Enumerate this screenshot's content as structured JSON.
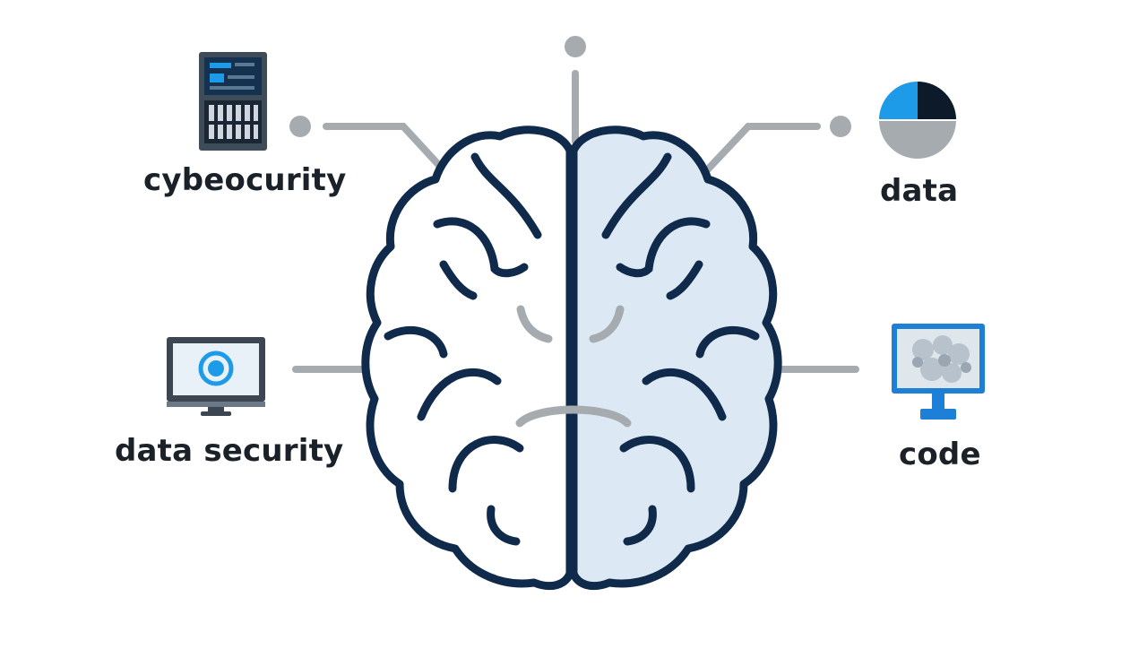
{
  "nodes": {
    "cybersecurity": {
      "label": "cybeocurity",
      "icon": "server-rack-icon"
    },
    "data": {
      "label": "data",
      "icon": "pie-chart-icon"
    },
    "data_security": {
      "label": "data security",
      "icon": "monitor-target-icon"
    },
    "code": {
      "label": "code",
      "icon": "monitor-image-icon"
    }
  },
  "center_icon": "brain-icon",
  "colors": {
    "outline": "#0f2a4a",
    "connector": "#a6abb0",
    "accent_blue": "#1e9be8",
    "brain_right_fill": "#dce8f3",
    "text": "#1b2128"
  }
}
